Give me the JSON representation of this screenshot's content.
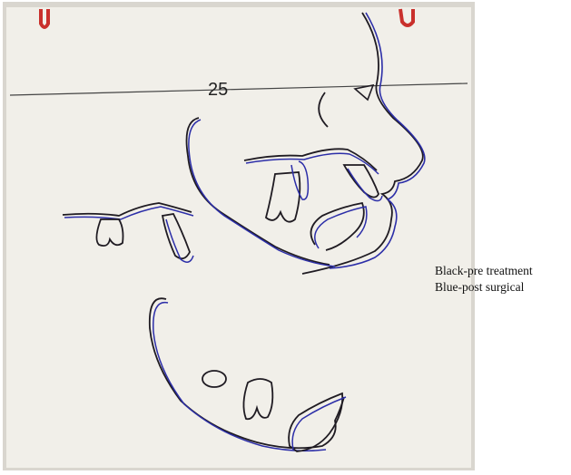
{
  "figure": {
    "sheet_number": "25",
    "colors": {
      "background": "#ffffff",
      "paper": "#f1efe9",
      "paper_shadow": "#d9d6cf",
      "pre_treatment_ink": "#1f1b22",
      "post_surgical_ink": "#2c2ea8",
      "clip": "#c9302c"
    },
    "subject": "cephalometric tracing with superimposed profile, maxillary teeth, mandible and teeth"
  },
  "legend": {
    "pre_label": "Black-pre treatment",
    "post_label": "Blue-post surgical"
  }
}
